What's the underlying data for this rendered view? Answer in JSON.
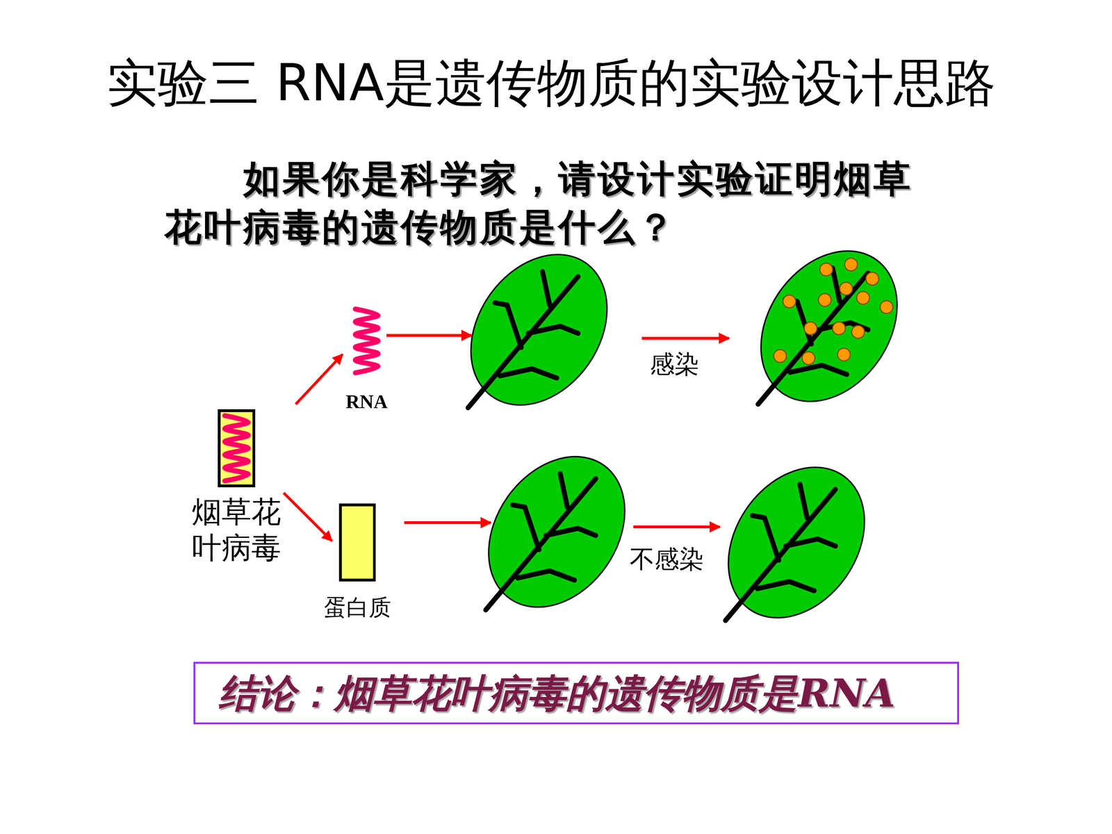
{
  "diagram": {
    "title": "实验三 RNA是遗传物质的实验设计思路",
    "nodes": [
      {
        "text": [
          "烟草花 叶病毒"
        ]
      },
      {
        "text": [
          "RNA"
        ]
      },
      {
        "text": [
          "蛋白质"
        ]
      },
      {
        "text": [
          "结论：烟草花叶病毒的遗传物质是RNA"
        ]
      }
    ],
    "edges": [
      {
        "from": 0,
        "to": 1,
        "arrow": "to"
      },
      {
        "from": 0,
        "to": 2,
        "arrow": "to"
      }
    ],
    "labels": [
      "如果你是科学家，请设计实验证明烟草花叶病毒的遗传物质是什么？",
      "感染",
      "不感染"
    ]
  }
}
